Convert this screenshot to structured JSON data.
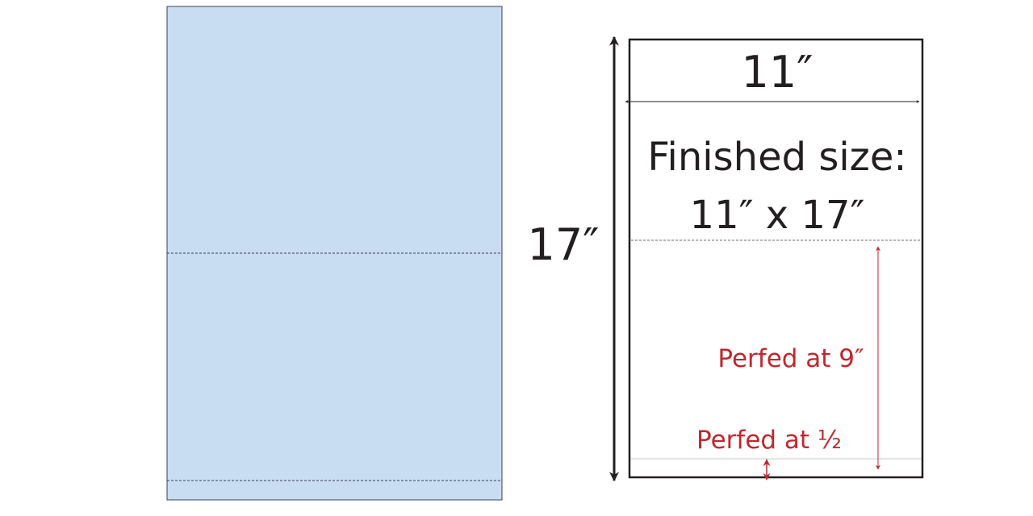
{
  "left_sheet": {
    "fill_color": "#c9ddf2",
    "border_color": "#3b3f58",
    "perf_color": "#3b3f58"
  },
  "right_sheet": {
    "width_label": "11″",
    "height_label": "17″",
    "finished_label_line1": "Finished size:",
    "finished_label_line2": "11″ x 17″",
    "perf_9_label": "Perfed at 9″",
    "perf_half_label": "Perfed at ½",
    "accent_color": "#c1272d",
    "line_color": "#231f20"
  }
}
